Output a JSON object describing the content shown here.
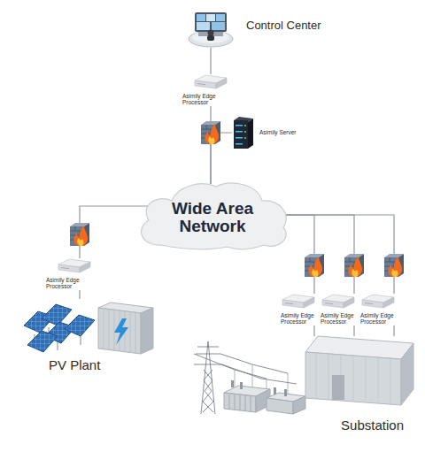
{
  "diagram": {
    "nodes": [
      {
        "text": [
          "Control Center"
        ]
      },
      {
        "text": [
          "Asimily Edge Processor"
        ]
      },
      {
        "text": [
          "Asimily Server"
        ]
      },
      {
        "text": [
          "Wide Area Network"
        ]
      },
      {
        "text": [
          "Asimily Edge Processor"
        ]
      },
      {
        "text": [
          "PV Plant"
        ]
      },
      {
        "text": [
          "Asimily Edge Processor"
        ]
      },
      {
        "text": [
          "Asimily Edge Processor"
        ]
      },
      {
        "text": [
          "Asimily Edge Processor"
        ]
      },
      {
        "text": [
          "Substation"
        ]
      }
    ],
    "edges": [
      {
        "from": 0,
        "to": 1,
        "arrow": "none"
      },
      {
        "from": 1,
        "to": 3,
        "arrow": "none"
      },
      {
        "from": 2,
        "to": 3,
        "arrow": "none"
      },
      {
        "from": 3,
        "to": 4,
        "arrow": "none"
      },
      {
        "from": 4,
        "to": 5,
        "arrow": "none"
      },
      {
        "from": 3,
        "to": 6,
        "arrow": "none"
      },
      {
        "from": 3,
        "to": 7,
        "arrow": "none"
      },
      {
        "from": 3,
        "to": 8,
        "arrow": "none"
      },
      {
        "from": 6,
        "to": 9,
        "arrow": "none"
      },
      {
        "from": 7,
        "to": 9,
        "arrow": "none"
      },
      {
        "from": 8,
        "to": 9,
        "arrow": "none"
      }
    ]
  }
}
